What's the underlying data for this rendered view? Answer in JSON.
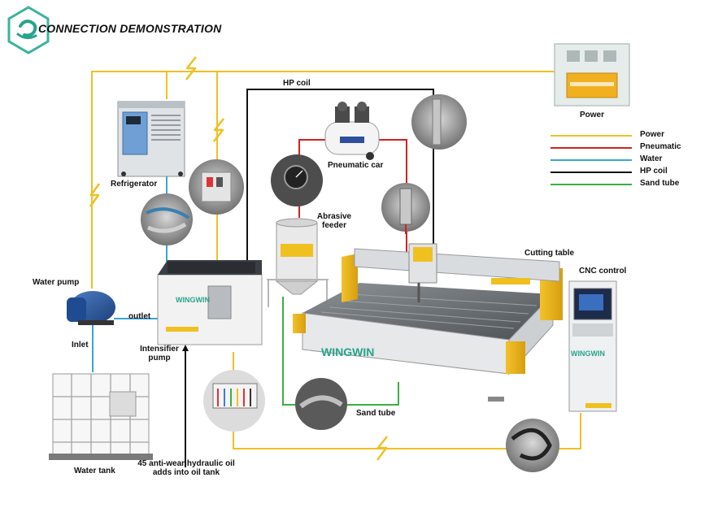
{
  "header": {
    "title": "CONNECTION DEMONSTRATION"
  },
  "labels": {
    "hp_coil": "HP coil",
    "power": "Power",
    "refrigerator": "Refrigerator",
    "pneumatic_car": "Pneumatic car",
    "abrasive_feeder_1": "Abrasive",
    "abrasive_feeder_2": "feeder",
    "cutting_table": "Cutting table",
    "cnc_control": "CNC control",
    "water_pump": "Water pump",
    "outlet": "outlet",
    "inlet": "Inlet",
    "intensifier_pump_1": "Intensifier",
    "intensifier_pump_2": "pump",
    "sand_tube": "Sand tube",
    "water_tank": "Water tank",
    "oil_note_1": "45 anti-wear hydraulic oil",
    "oil_note_2": "adds into oil tank"
  },
  "machine_brand": {
    "pump_brand": "WINGWIN",
    "table_brand": "WINGWIN",
    "cnc_brand": "WINGWIN"
  },
  "legend": [
    {
      "label": "Power",
      "color": "#f0c020"
    },
    {
      "label": "Pneumatic",
      "color": "#d42020"
    },
    {
      "label": "Water",
      "color": "#3aa6d0"
    },
    {
      "label": "HP coil",
      "color": "#111111"
    },
    {
      "label": "Sand tube",
      "color": "#3ab040"
    }
  ],
  "icons": {
    "logo": "wingwin-logo-icon",
    "lightning": "lightning-bolt-icon"
  }
}
